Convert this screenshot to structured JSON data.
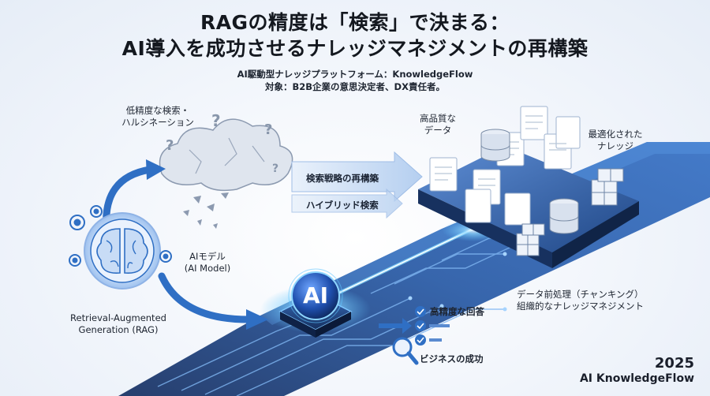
{
  "header": {
    "title_line1": "RAGの精度は「検索」で決まる：",
    "title_line2": "AI導入を成功させるナレッジマネジメントの再構築",
    "subtitle_line1": "AI駆動型ナレッジプラットフォーム：KnowledgeFlow",
    "subtitle_line2": "対象：B2B企業の意思決定者、DX責任者。"
  },
  "left": {
    "problem_label_line1": "低精度な検索・",
    "problem_label_line2": "ハルシネーション",
    "ai_model_line1": "AIモデル",
    "ai_model_line2": "(AI Model)",
    "rag_line1": "Retrieval-Augmented",
    "rag_line2": "Generation (RAG)"
  },
  "center": {
    "arrow1_label": "検索戦略の再構築",
    "arrow2_label": "ハイブリッド検索",
    "ai_chip_label": "AI"
  },
  "right": {
    "quality_data_line1": "高品質な",
    "quality_data_line2": "データ",
    "optimized_line1": "最適化された",
    "optimized_line2": "ナレッジ",
    "preprocess_line1": "データ前処理（チャンキング）",
    "preprocess_line2": "組織的なナレッジマネジメント"
  },
  "outcomes": {
    "answer_label": "高精度な回答",
    "success_label": "ビジネスの成功"
  },
  "footer": {
    "year": "2025",
    "brand": "AI KnowledgeFlow"
  },
  "colors": {
    "primary_blue": "#2f6fc4",
    "light_blue": "#a9c7ee",
    "dark_navy": "#1c3566",
    "glow": "#5ec4ff"
  }
}
